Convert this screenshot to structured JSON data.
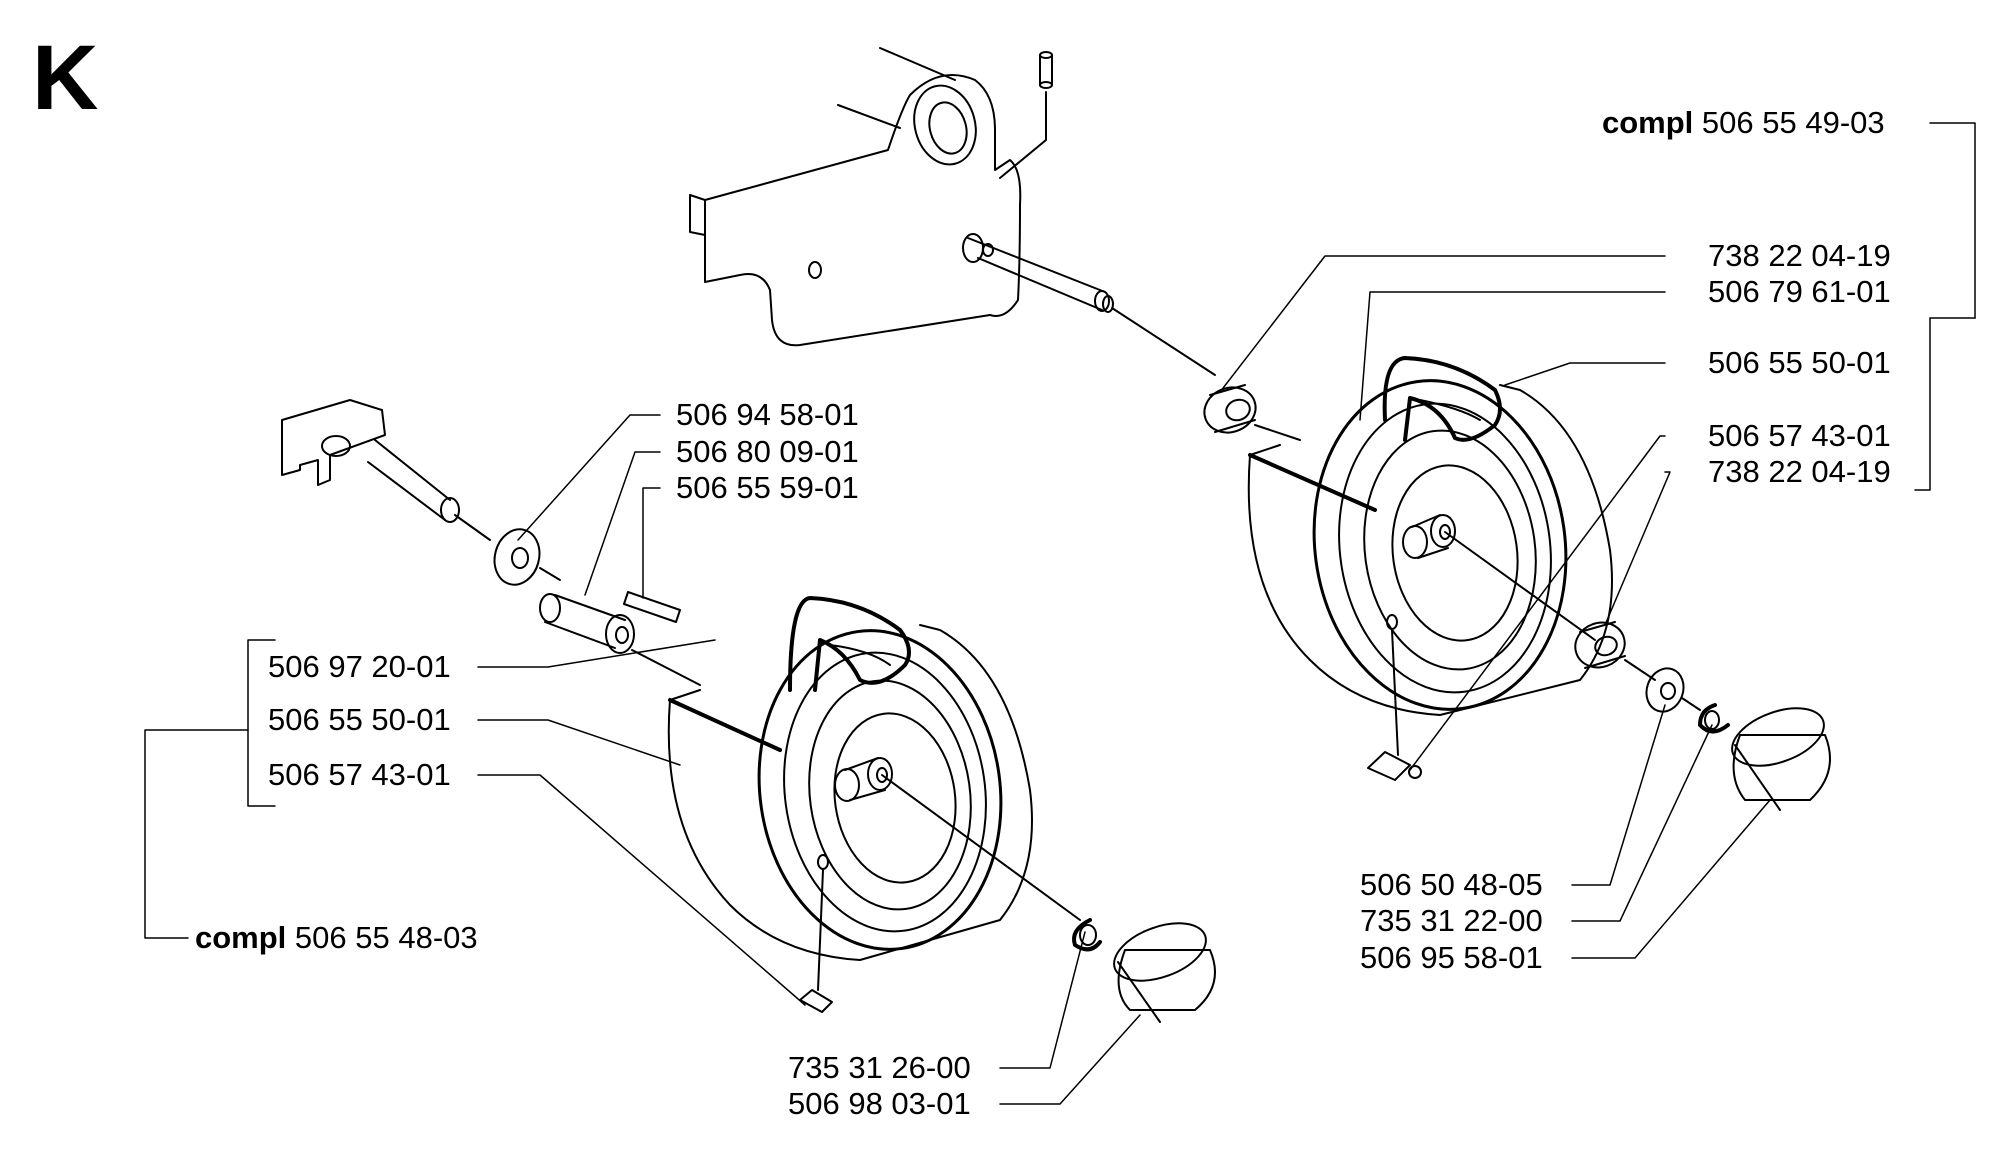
{
  "section": "K",
  "assemblies": {
    "right": {
      "prefix": "compl",
      "number": "506 55 49-03"
    },
    "left": {
      "prefix": "compl",
      "number": "506 55 48-03"
    }
  },
  "parts_right": [
    "738 22 04-19",
    "506 79 61-01",
    "506 55 50-01",
    "506 57 43-01",
    "738 22 04-19"
  ],
  "parts_right_lower": [
    "506 50 48-05",
    "735 31 22-00",
    "506 95 58-01"
  ],
  "parts_mid": [
    "506 94 58-01",
    "506 80 09-01",
    "506 55 59-01"
  ],
  "parts_left": [
    "506 97 20-01",
    "506 55 50-01",
    "506 57 43-01"
  ],
  "parts_bottom": [
    "735 31 26-00",
    "506 98 03-01"
  ]
}
